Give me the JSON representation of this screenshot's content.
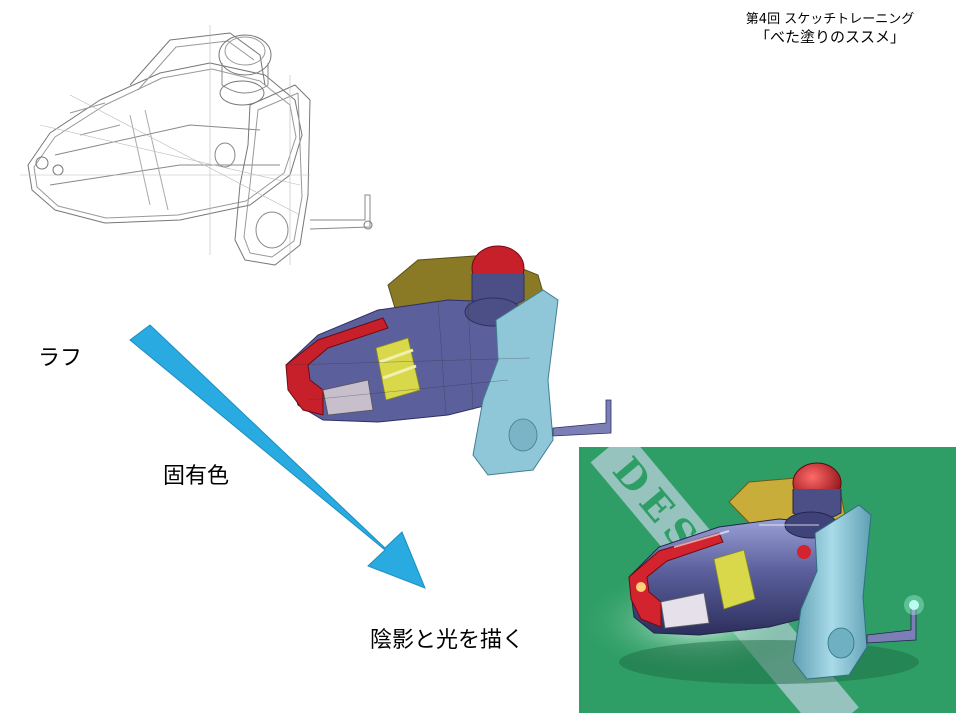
{
  "header": {
    "episode": "第4回  スケッチトレーニング",
    "title": "「べた塗りのススメ」"
  },
  "stages": {
    "rough": "ラフ",
    "base_color": "固有色",
    "shading": "陰影と光を描く"
  },
  "colors": {
    "arrow": "#29aae1",
    "panel_green": "#2f9e66",
    "body_purple": "#5b5f9c",
    "body_light_blue": "#8fc6d8",
    "knob_red": "#c8202a",
    "cover_gold": "#8a7a26",
    "accent_yellow": "#d8d84a"
  },
  "panel_watermark": "DESIGN"
}
